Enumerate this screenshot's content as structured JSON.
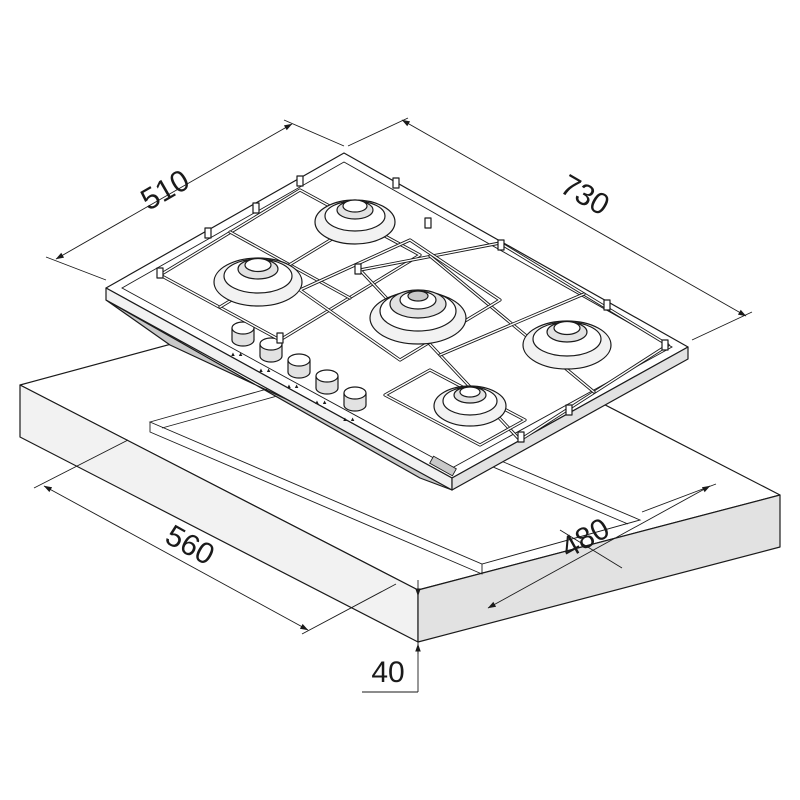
{
  "dimensions": {
    "hob_depth": "510",
    "hob_width": "730",
    "cutout_width": "560",
    "cutout_depth": "480",
    "worktop_thickness": "40"
  },
  "colors": {
    "line": "#1a1a1a",
    "background": "#ffffff"
  }
}
